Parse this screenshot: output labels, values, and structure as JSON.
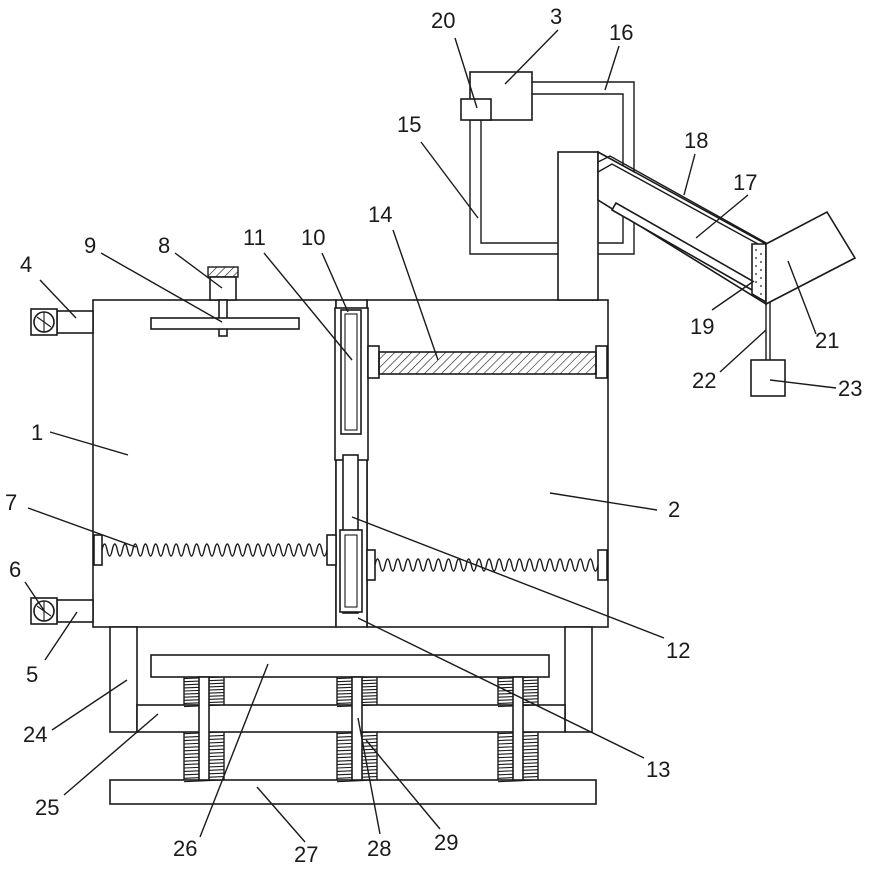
{
  "diagram": {
    "line_color": "#1a1a1a",
    "background": "#ffffff",
    "labels": [
      "1",
      "2",
      "3",
      "4",
      "5",
      "6",
      "7",
      "8",
      "9",
      "10",
      "11",
      "12",
      "13",
      "14",
      "15",
      "16",
      "17",
      "18",
      "19",
      "20",
      "21",
      "22",
      "23",
      "24",
      "25",
      "26",
      "27",
      "28",
      "29"
    ]
  }
}
